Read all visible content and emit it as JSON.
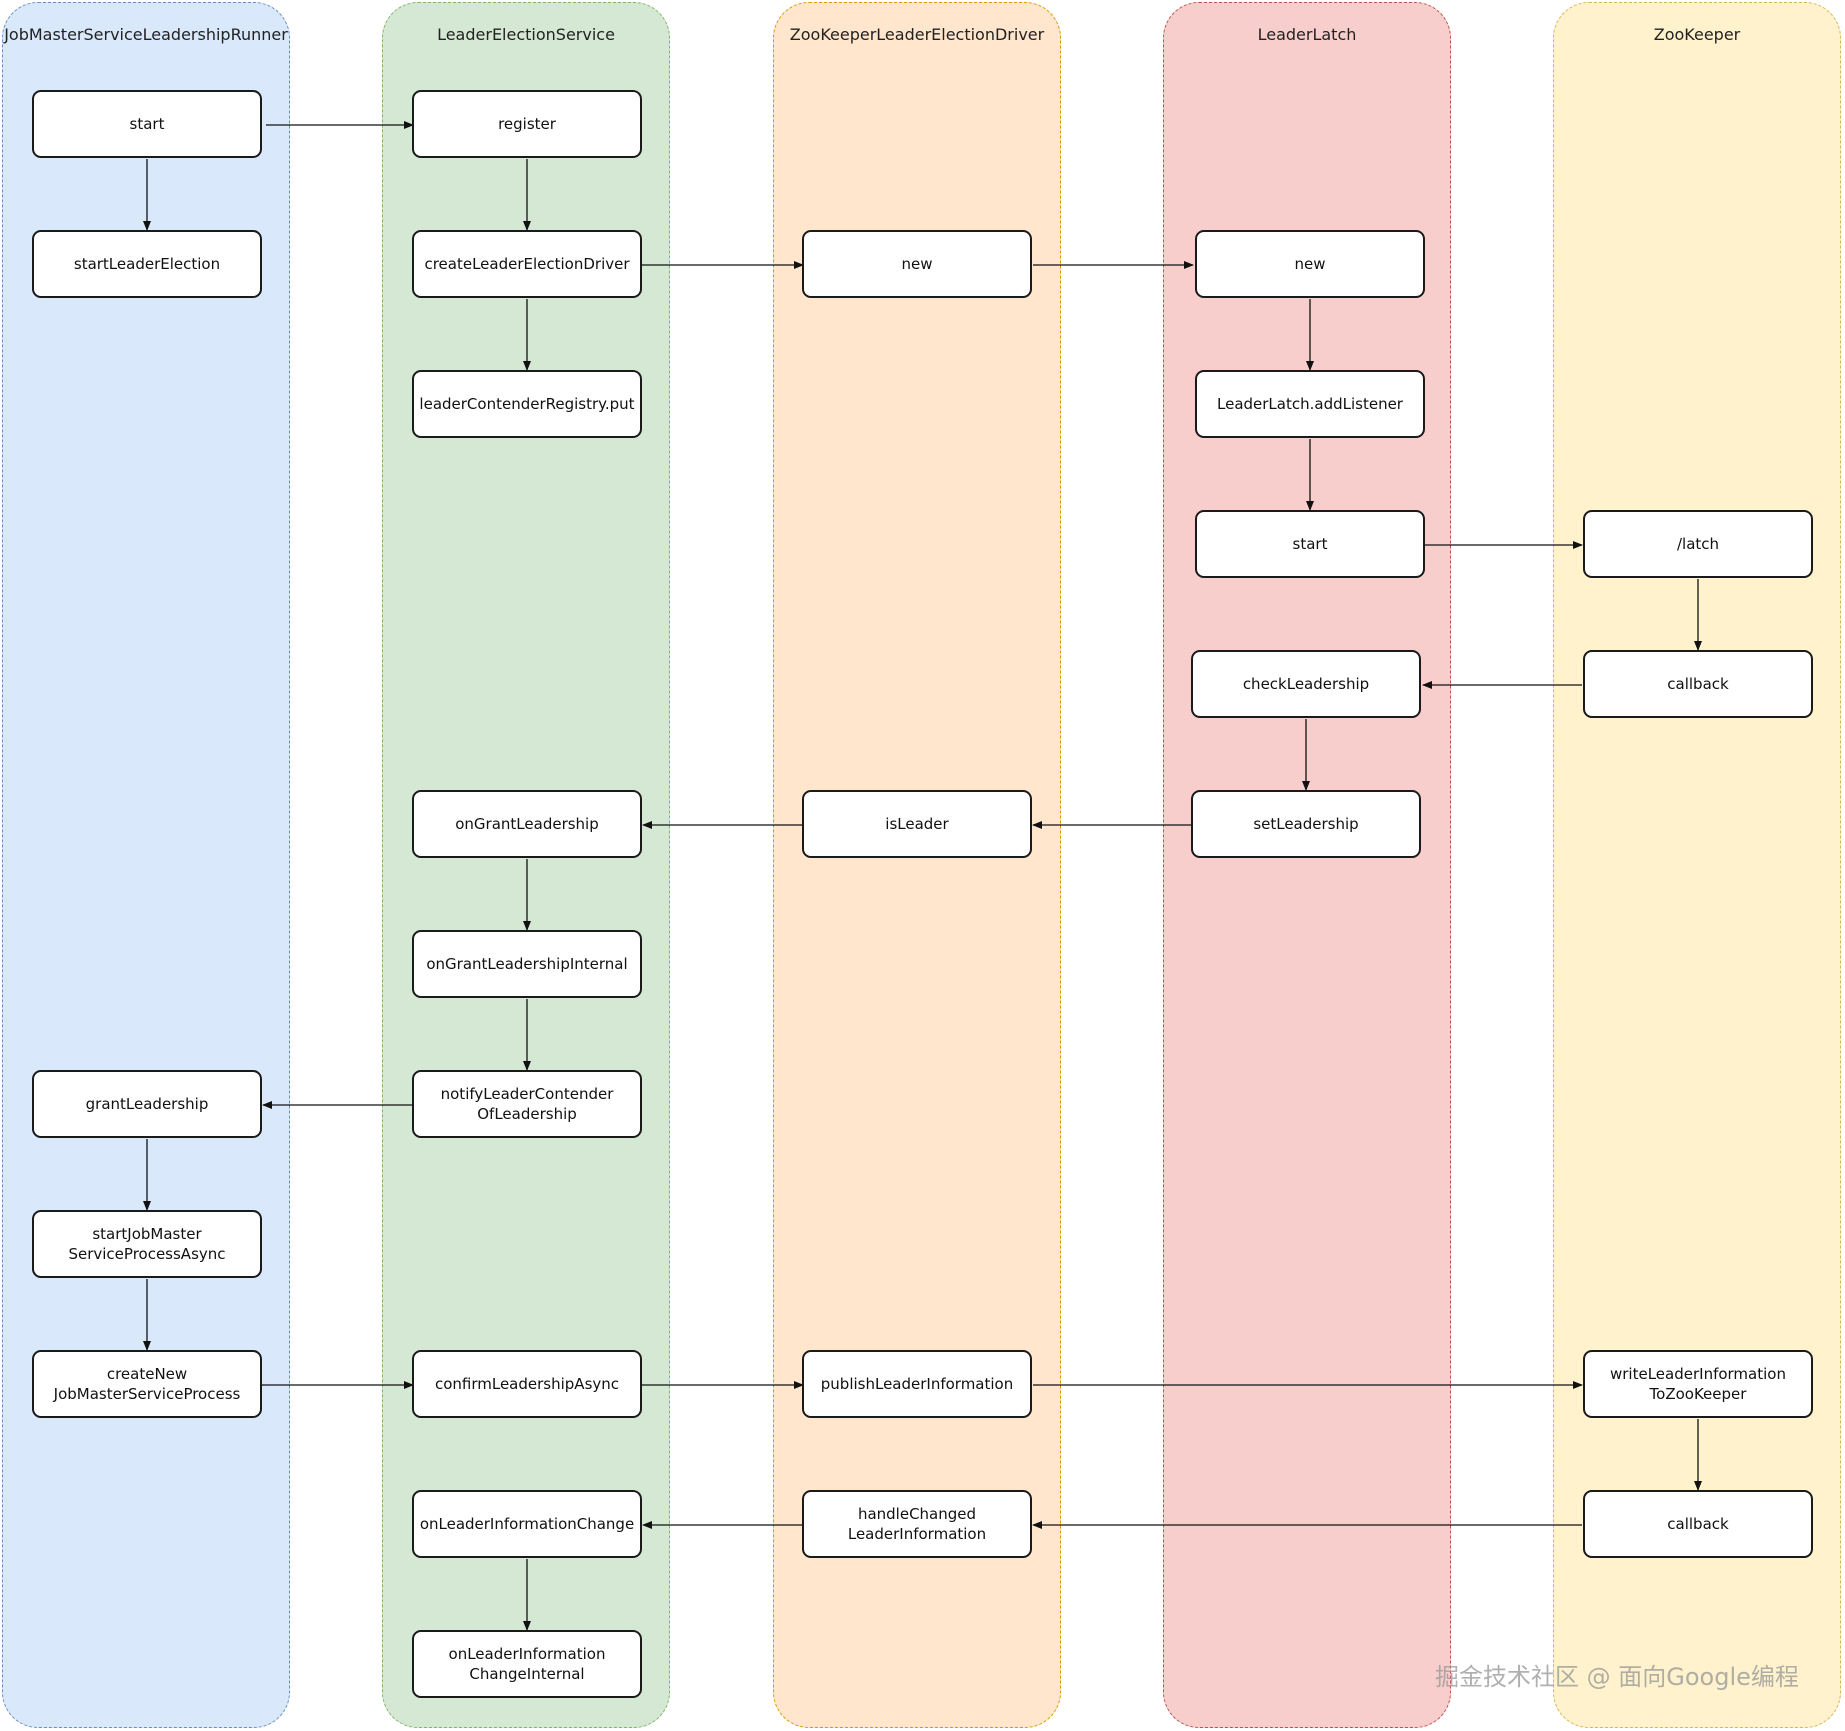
{
  "lanes": {
    "runner": {
      "title": "JobMasterServiceLeadershipRunner",
      "fill": "#dae8fc",
      "stroke": "#6c8ebf"
    },
    "service": {
      "title": "LeaderElectionService",
      "fill": "#d5e8d4",
      "stroke": "#82b366"
    },
    "driver": {
      "title": "ZooKeeperLeaderElectionDriver",
      "fill": "#ffe6cc",
      "stroke": "#d79b00"
    },
    "latch": {
      "title": "LeaderLatch",
      "fill": "#f8cecc",
      "stroke": "#b85450"
    },
    "zk": {
      "title": "ZooKeeper",
      "fill": "#fff2cc",
      "stroke": "#d6b656"
    }
  },
  "nodes": {
    "r_start": "start",
    "r_startLeaderElection": "startLeaderElection",
    "r_grantLeadership": "grantLeadership",
    "r_startJobMaster": "startJobMaster\nServiceProcessAsync",
    "r_createNew": "createNew\nJobMasterServiceProcess",
    "s_register": "register",
    "s_createDriver": "createLeaderElectionDriver",
    "s_registryPut": "leaderContenderRegistry.put",
    "s_onGrant": "onGrantLeadership",
    "s_onGrantInternal": "onGrantLeadershipInternal",
    "s_notify": "notifyLeaderContender\nOfLeadership",
    "s_confirm": "confirmLeadershipAsync",
    "s_onInfoChange": "onLeaderInformationChange",
    "s_onInfoChangeInternal": "onLeaderInformation\nChangeInternal",
    "d_new": "new",
    "d_isLeader": "isLeader",
    "d_publish": "publishLeaderInformation",
    "d_handle": "handleChanged\nLeaderInformation",
    "l_new": "new",
    "l_addListener": "LeaderLatch.addListener",
    "l_start": "start",
    "l_check": "checkLeadership",
    "l_set": "setLeadership",
    "z_latch": "/latch",
    "z_callback1": "callback",
    "z_write": "writeLeaderInformation\nToZooKeeper",
    "z_callback2": "callback"
  },
  "watermark": "掘金技术社区 @ 面向Google编程"
}
